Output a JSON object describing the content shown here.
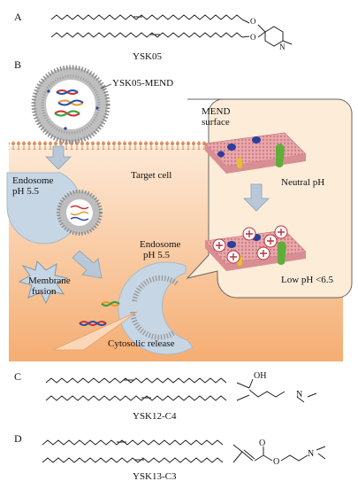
{
  "panels": {
    "a": {
      "letter": "A",
      "compound": "YSK05"
    },
    "b": {
      "letter": "B",
      "mend_label": "YSK05-MEND",
      "target_cell": "Target cell",
      "endosome_1": {
        "line1": "Endosome",
        "line2": "pH 5.5"
      },
      "endosome_2": {
        "line1": "Endosome",
        "line2": "pH 5.5"
      },
      "membrane_fusion": {
        "line1": "Membrane",
        "line2": "fusion"
      },
      "cytosolic_release": "Cytosolic release",
      "mend_surface": {
        "line1": "MEND",
        "line2": "surface"
      },
      "neutral_ph": "Neutral pH",
      "low_ph": "Low pH <6.5"
    },
    "c": {
      "letter": "C",
      "compound": "YSK12-C4",
      "oh": "OH",
      "n_atom": "N"
    },
    "d": {
      "letter": "D",
      "compound": "YSK13-C3",
      "o_atom": "O",
      "n_atom": "N"
    }
  },
  "colors": {
    "cell_bg_top": "#fbe3cc",
    "cell_bg_bottom": "#f6b27a",
    "membrane": "#e8a070",
    "endosome": "#c3d3e2",
    "inset_bg": "#fcecd8",
    "surface": "#e6a4a8",
    "arrow": "#b8c8d8",
    "cargo_blue": "#2a3f9e",
    "cargo_yellow": "#e3c420",
    "cargo_green": "#5fae3a"
  }
}
